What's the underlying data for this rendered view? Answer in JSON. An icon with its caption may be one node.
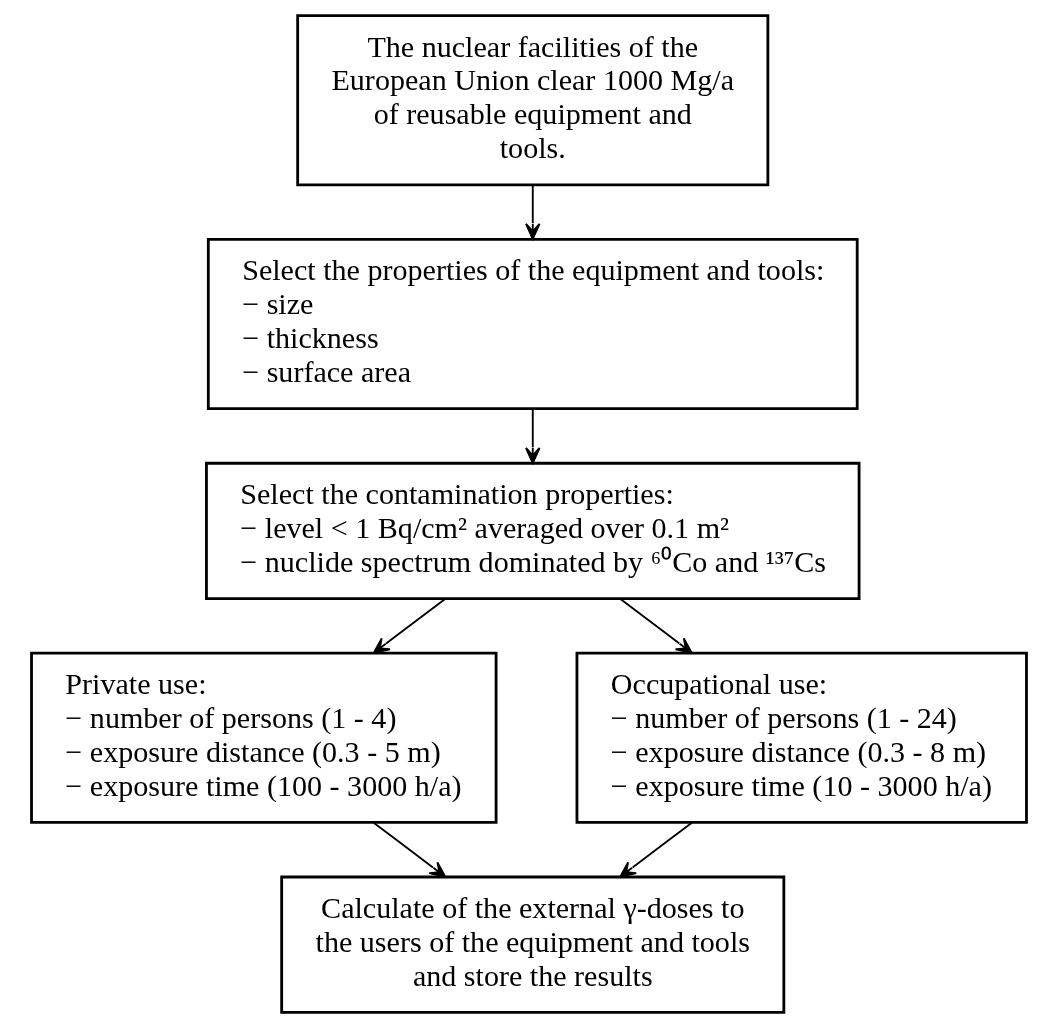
{
  "diagram": {
    "nodes": [
      {
        "text": [
          "The nuclear facilities of the European Union clear 1000 Mg/a of reusable equipment and tools."
        ]
      },
      {
        "text": [
          "Select the properties of the equipment and tools:",
          "− size",
          "− thickness",
          "− surface area"
        ]
      },
      {
        "text": [
          "Select the contamination properties:",
          "− level < 1 Bq/cm² averaged over 0.1 m²",
          "− nuclide spectrum dominated by ⁶⁰Co and ¹³⁷Cs"
        ]
      },
      {
        "text": [
          "Private use:",
          "− number of persons (1 - 4)",
          "− exposure distance (0.3 - 5 m)",
          "− exposure time (100 - 3000 h/a)"
        ]
      },
      {
        "text": [
          "Occupational use:",
          "− number of persons (1 - 24)",
          "− exposure distance (0.3 - 8 m)",
          "− exposure time (10 - 3000 h/a)"
        ]
      },
      {
        "text": [
          "Calculate of the external γ-doses to the users of the equipment and tools and store the results"
        ]
      }
    ],
    "edges": [
      {
        "from": 0,
        "to": 1,
        "arrow": "to"
      },
      {
        "from": 1,
        "to": 2,
        "arrow": "to"
      },
      {
        "from": 2,
        "to": 3,
        "arrow": "to"
      },
      {
        "from": 2,
        "to": 4,
        "arrow": "to"
      },
      {
        "from": 3,
        "to": 5,
        "arrow": "to"
      },
      {
        "from": 4,
        "to": 5,
        "arrow": "to"
      }
    ]
  }
}
